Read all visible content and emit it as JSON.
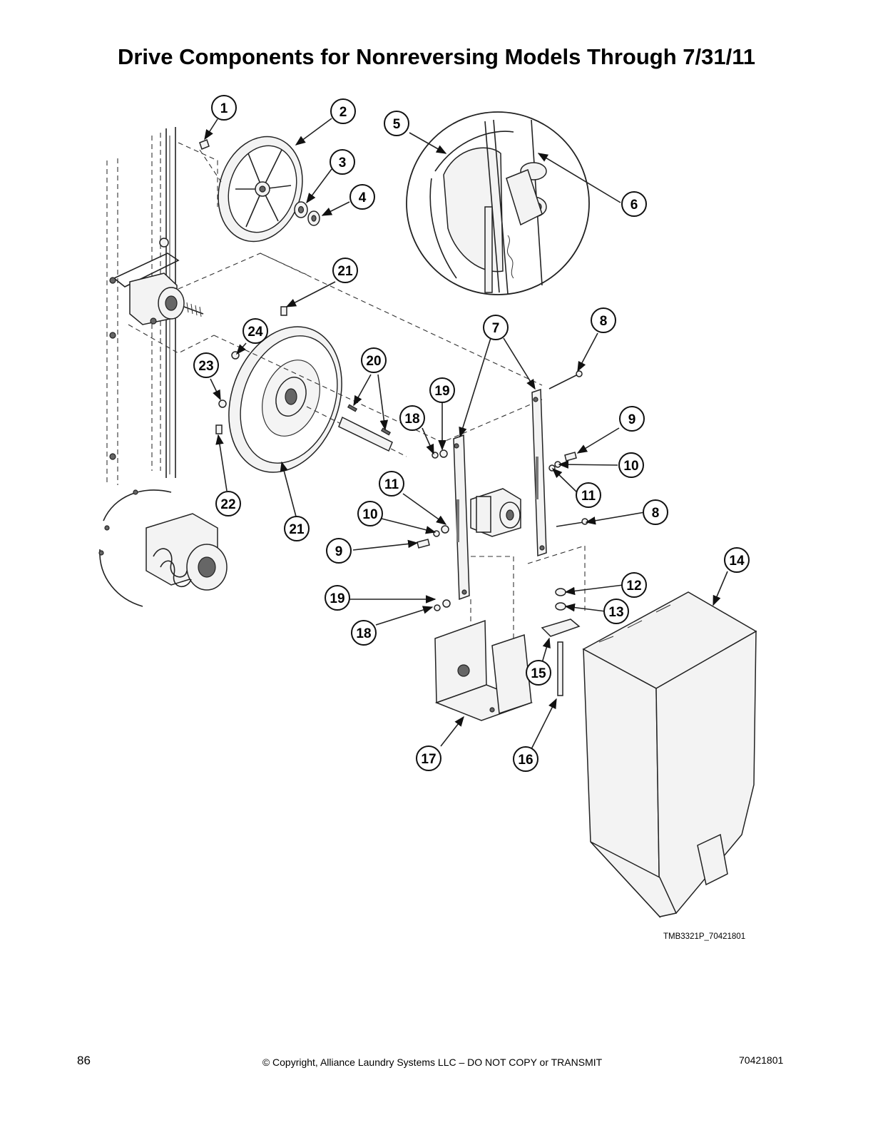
{
  "page": {
    "title": "Drive Components for Nonreversing Models Through 7/31/11",
    "figure_id": "TMB3321P_70421801",
    "page_number": "86",
    "copyright": "© Copyright, Alliance Laundry Systems LLC – DO NOT COPY or TRANSMIT",
    "document_number": "70421801"
  },
  "callouts": [
    {
      "label": "1"
    },
    {
      "label": "2"
    },
    {
      "label": "3"
    },
    {
      "label": "4"
    },
    {
      "label": "5"
    },
    {
      "label": "6"
    },
    {
      "label": "7"
    },
    {
      "label": "8"
    },
    {
      "label": "8"
    },
    {
      "label": "9"
    },
    {
      "label": "9"
    },
    {
      "label": "10"
    },
    {
      "label": "10"
    },
    {
      "label": "11"
    },
    {
      "label": "11"
    },
    {
      "label": "12"
    },
    {
      "label": "13"
    },
    {
      "label": "14"
    },
    {
      "label": "15"
    },
    {
      "label": "16"
    },
    {
      "label": "17"
    },
    {
      "label": "18"
    },
    {
      "label": "18"
    },
    {
      "label": "19"
    },
    {
      "label": "19"
    },
    {
      "label": "20"
    },
    {
      "label": "21"
    },
    {
      "label": "21"
    },
    {
      "label": "22"
    },
    {
      "label": "23"
    },
    {
      "label": "24"
    }
  ]
}
